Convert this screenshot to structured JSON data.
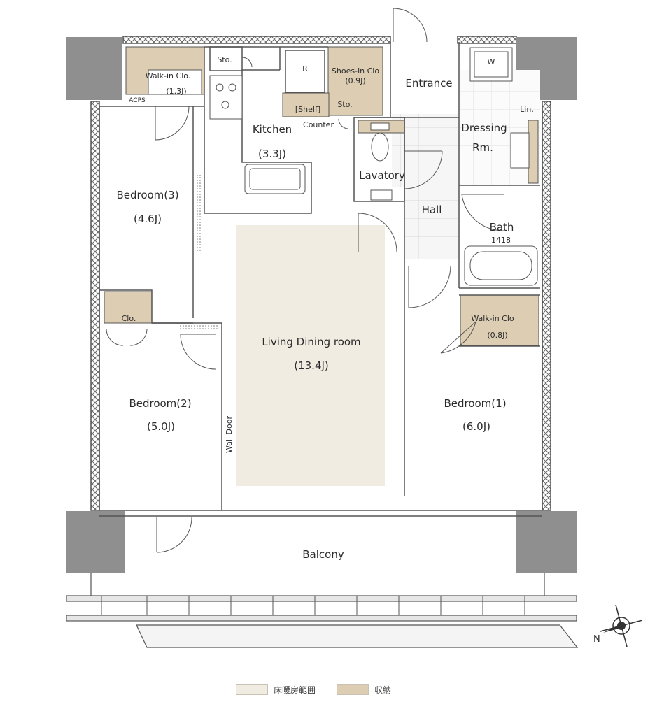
{
  "colors": {
    "wall": "#555555",
    "column": "#8f8f8f",
    "floor_heating": "#f1ece2",
    "storage": "#dccdb3",
    "tile_grid": "#d8d8d8"
  },
  "rooms": {
    "walkin_clo_3": "Walk-in Clo.",
    "walkin_clo_3_size": "(1.3J)",
    "acps": "ACPS",
    "sto_1": "Sto.",
    "refrigerator": "R",
    "shoes_in_clo": "Shoes-in Clo",
    "shoes_in_clo_size": "(0.9J)",
    "sto_2": "Sto.",
    "shelf": "[Shelf]",
    "counter": "Counter",
    "kitchen": "Kitchen",
    "kitchen_size": "(3.3J)",
    "entrance": "Entrance",
    "washer": "W",
    "lin": "Lin.",
    "dressing": "Dressing",
    "dressing_rm": "Rm.",
    "lavatory": "Lavatory",
    "hall": "Hall",
    "bath": "Bath",
    "bath_size": "1418",
    "bedroom3": "Bedroom(3)",
    "bedroom3_size": "(4.6J)",
    "clo": "Clo.",
    "walkin_clo_1": "Walk-in Clo",
    "walkin_clo_1_size": "(0.8J)",
    "living_dining": "Living Dining room",
    "living_dining_size": "(13.4J)",
    "bedroom2": "Bedroom(2)",
    "bedroom2_size": "(5.0J)",
    "wall_door": "Wall Door",
    "bedroom1": "Bedroom(1)",
    "bedroom1_size": "(6.0J)",
    "balcony": "Balcony"
  },
  "compass": {
    "north_label": "N"
  },
  "legend": [
    {
      "label": "床暖房範囲",
      "color": "#f1ece2"
    },
    {
      "label": "収納",
      "color": "#dccdb3"
    }
  ]
}
